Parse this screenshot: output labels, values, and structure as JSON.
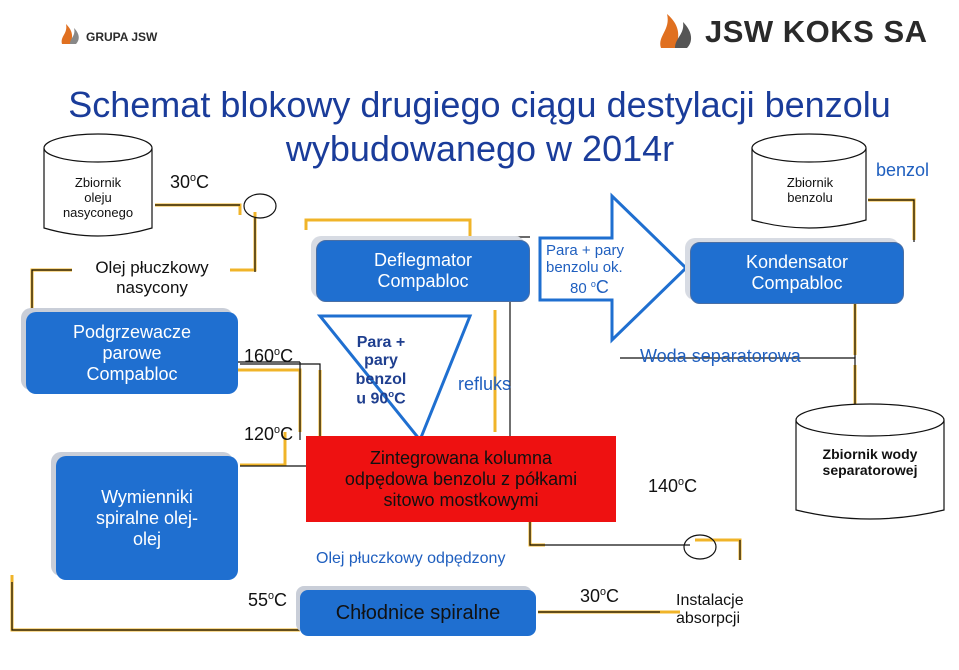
{
  "logos": {
    "left": "GRUPA JSW",
    "right": "JSW KOKS SA",
    "brand_color": "#2a2a2a",
    "flame_color": "#e07020"
  },
  "title": {
    "line1": "Schemat blokowy drugiego ciągu destylacji benzolu",
    "line2": "wybudowanego w 2014r",
    "color": "#1a3c9a"
  },
  "tanks": {
    "oil_saturated": [
      "Zbiornik",
      "oleju",
      "nasyconego"
    ],
    "benzol": [
      "Zbiornik",
      "benzolu"
    ],
    "separator_water": [
      "Zbiornik wody",
      "separatorowej"
    ]
  },
  "boxes": {
    "deflegmator": [
      "Deflegmator",
      "Compabloc"
    ],
    "kondensator": [
      "Kondensator",
      "Compabloc"
    ],
    "heaters": [
      "Podgrzewacze",
      "parowe",
      "Compabloc"
    ],
    "exchangers": [
      "Wymienniki",
      "spiralne olej-",
      "olej"
    ],
    "column": [
      "Zintegrowana kolumna",
      "odpędowa benzolu z półkami",
      "sitowo mostkowymi"
    ],
    "coolers": "Chłodnice spiralne"
  },
  "labels": {
    "oil_in": [
      "Olej płuczkowy",
      "nasycony"
    ],
    "temp_30": "30",
    "temp_160": "160",
    "temp_120": "120",
    "temp_55": "55",
    "temp_140": "140",
    "temp_30b": "30",
    "deg_sup": "o",
    "deg_c": "C",
    "vapor": [
      "Para +",
      "pary",
      "benzol",
      "u 90"
    ],
    "reflux": "refluks",
    "arrow_text": [
      "Para  + pary",
      "benzolu ok.",
      "80"
    ],
    "water": "Woda separatorowa",
    "benzol_out": "benzol",
    "oil_stripped": "Olej płuczkowy odpędzony",
    "absorption": [
      "Instalacje",
      "absorpcji"
    ]
  },
  "colors": {
    "box_blue": "#1F6FD0",
    "column_red": "#EE1111",
    "flow_line": "#F0B429",
    "label_blue": "#1f5fbf",
    "text_dark": "#111111"
  }
}
